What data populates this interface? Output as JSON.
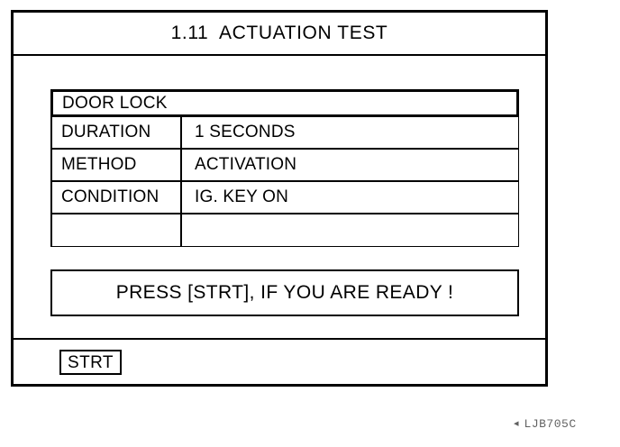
{
  "screen": {
    "title": "1.11  ACTUATION TEST"
  },
  "actuator_panel": {
    "header": "DOOR LOCK",
    "rows": [
      {
        "label": "DURATION",
        "value": "1 SECONDS"
      },
      {
        "label": "METHOD",
        "value": "ACTIVATION"
      },
      {
        "label": "CONDITION",
        "value": "IG. KEY ON"
      },
      {
        "label": "",
        "value": ""
      }
    ]
  },
  "prompt": {
    "message": "PRESS [STRT], IF YOU ARE READY !"
  },
  "softkeys": {
    "start_label": "STRT"
  },
  "figure_reference": {
    "mark": "◂",
    "code": "LJB705C"
  },
  "colors": {
    "ink": "#000000",
    "paper": "#ffffff"
  }
}
